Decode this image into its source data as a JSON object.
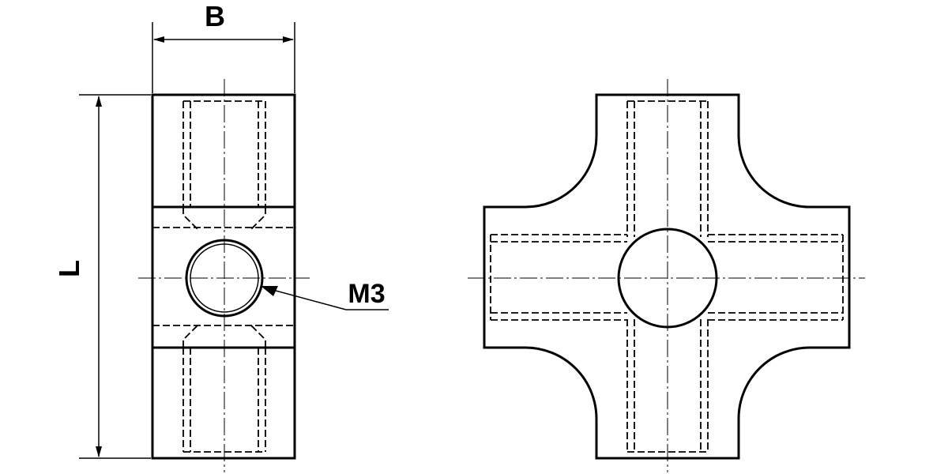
{
  "labels": {
    "width_dim": "B",
    "length_dim": "L",
    "thread": "M3"
  }
}
